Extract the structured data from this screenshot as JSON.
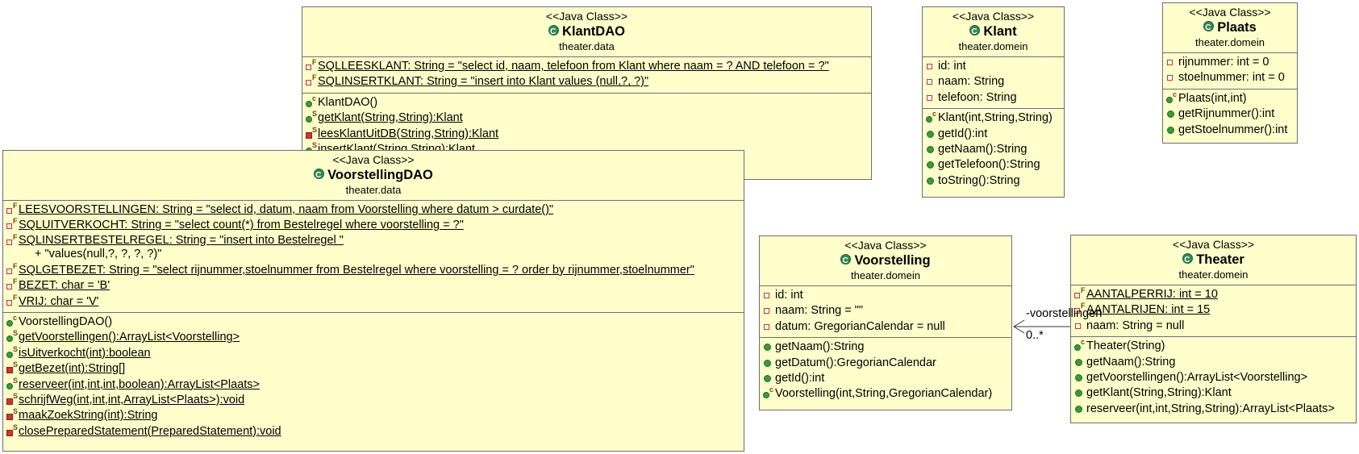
{
  "stereotype": "<<Java Class>>",
  "classes": {
    "klantdao": {
      "name": "KlantDAO",
      "package": "theater.data",
      "attributes": [
        "SQLLEESKLANT: String = \"select id, naam, telefoon from Klant where naam = ? AND telefoon = ?\"",
        "SQLINSERTKLANT: String = \"insert into Klant values (null,?, ?)\""
      ],
      "methods": [
        "KlantDAO()",
        "getKlant(String,String):Klant",
        "leesKlantUitDB(String,String):Klant",
        "insertKlant(String,String):Klant"
      ]
    },
    "voorstellingdao": {
      "name": "VoorstellingDAO",
      "package": "theater.data",
      "attributes": [
        "LEESVOORSTELLINGEN: String = \"select id, datum, naam  from Voorstelling where datum > curdate()\"",
        "SQLUITVERKOCHT: String = \"select count(*) from Bestelregel where voorstelling = ?\"",
        "SQLINSERTBESTELREGEL: String = \"insert into Bestelregel  \"",
        "+ \"values(null,?, ?, ?, ?)\"",
        "SQLGETBEZET: String = \"select rijnummer,stoelnummer from Bestelregel where voorstelling = ? order by rijnummer,stoelnummer\"",
        "BEZET: char = 'B'",
        "VRIJ: char = 'V'"
      ],
      "methods": [
        "VoorstellingDAO()",
        "getVoorstellingen():ArrayList<Voorstelling>",
        "isUitverkocht(int):boolean",
        "getBezet(int):String[]",
        "reserveer(int,int,int,boolean):ArrayList<Plaats>",
        "schrijfWeg(int,int,int,ArrayList<Plaats>):void",
        "maakZoekString(int):String",
        "closePreparedStatement(PreparedStatement):void"
      ]
    },
    "klant": {
      "name": "Klant",
      "package": "theater.domein",
      "attributes": [
        "id: int",
        "naam: String",
        "telefoon: String"
      ],
      "methods": [
        "Klant(int,String,String)",
        "getId():int",
        "getNaam():String",
        "getTelefoon():String",
        "toString():String"
      ]
    },
    "plaats": {
      "name": "Plaats",
      "package": "theater.domein",
      "attributes": [
        "rijnummer: int = 0",
        "stoelnummer: int = 0"
      ],
      "methods": [
        "Plaats(int,int)",
        "getRijnummer():int",
        "getStoelnummer():int"
      ]
    },
    "voorstelling": {
      "name": "Voorstelling",
      "package": "theater.domein",
      "attributes": [
        "id: int",
        "naam: String = \"\"",
        "datum: GregorianCalendar = null"
      ],
      "methods": [
        "getNaam():String",
        "getDatum():GregorianCalendar",
        "getId():int",
        "Voorstelling(int,String,GregorianCalendar)"
      ]
    },
    "theater": {
      "name": "Theater",
      "package": "theater.domein",
      "attributes": [
        "AANTALPERRIJ: int = 10",
        "AANTALRIJEN: int = 15",
        "naam: String = null"
      ],
      "methods": [
        "Theater(String)",
        "getNaam():String",
        "getVoorstellingen():ArrayList<Voorstelling>",
        "getKlant(String,String):Klant",
        "reserveer(int,int,String,String):ArrayList<Plaats>"
      ]
    }
  },
  "association": {
    "role": "-voorstellingen",
    "multiplicity": "0..*"
  }
}
